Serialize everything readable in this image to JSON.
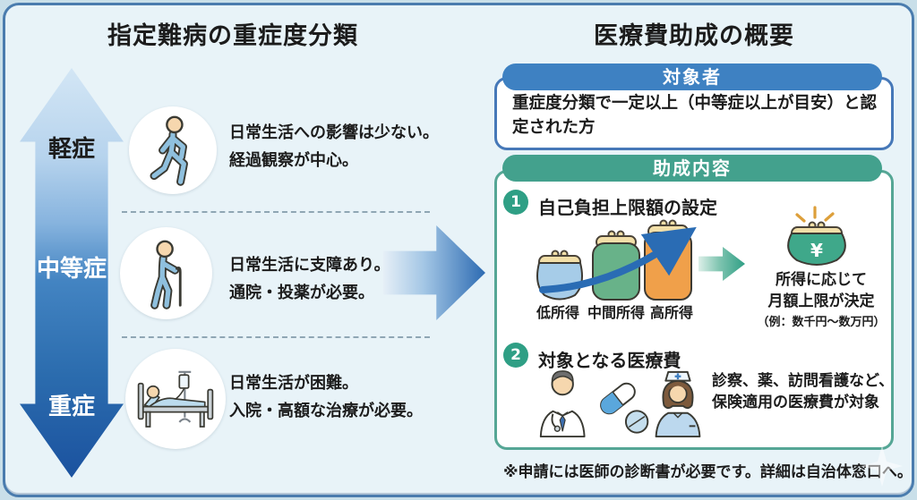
{
  "colors": {
    "card_background": "#e8f3f8",
    "card_border": "#4a7cae",
    "severity_arrow_top": "#d3e6f5",
    "severity_arrow_bottom": "#1b529f",
    "target_header_blue": "#3e81c2",
    "subsidy_header_teal": "#43a18d",
    "badge_green": "#2f9f85",
    "purse_low_income": "#a6cce8",
    "purse_middle_income": "#68b289",
    "purse_high_income": "#f0a04a",
    "purse_result_green": "#3fa88a",
    "sparkle_gold": "#dd9f3a",
    "trend_arrow_blue": "#2a6cb4"
  },
  "left_panel": {
    "title": "指定難病の重症度分類",
    "severity_labels": {
      "mild": "軽症",
      "moderate": "中等症",
      "severe": "重症"
    },
    "rows": [
      {
        "icon": "walking-person-icon",
        "text_line1": "日常生活への影響は少ない。",
        "text_line2": "経過観察が中心。"
      },
      {
        "icon": "person-with-cane-icon",
        "text_line1": "日常生活に支障あり。",
        "text_line2": "通院・投薬が必要。"
      },
      {
        "icon": "patient-in-bed-icon",
        "text_line1": "日常生活が困難。",
        "text_line2": "入院・高額な治療が必要。"
      }
    ]
  },
  "right_panel": {
    "title": "医療費助成の概要",
    "target_section": {
      "header": "対象者",
      "body": "重症度分類で一定以上（中等症以上が目安）と認定された方"
    },
    "subsidy_section": {
      "header": "助成内容",
      "item1": {
        "number": "1",
        "title": "自己負担上限額の設定",
        "income_levels": [
          "低所得",
          "中間所得",
          "高所得"
        ],
        "yen_symbol": "¥",
        "result_line1": "所得に応じて",
        "result_line2": "月額上限が決定",
        "result_line3": "（例：数千円〜数万円）"
      },
      "item2": {
        "number": "2",
        "title": "対象となる医療費",
        "desc_line1": "診察、薬、訪問看護など、",
        "desc_line2": "保険適用の医療費が対象"
      }
    },
    "footnote": "※申請には医師の診断書が必要です。詳細は自治体窓口へ。"
  }
}
